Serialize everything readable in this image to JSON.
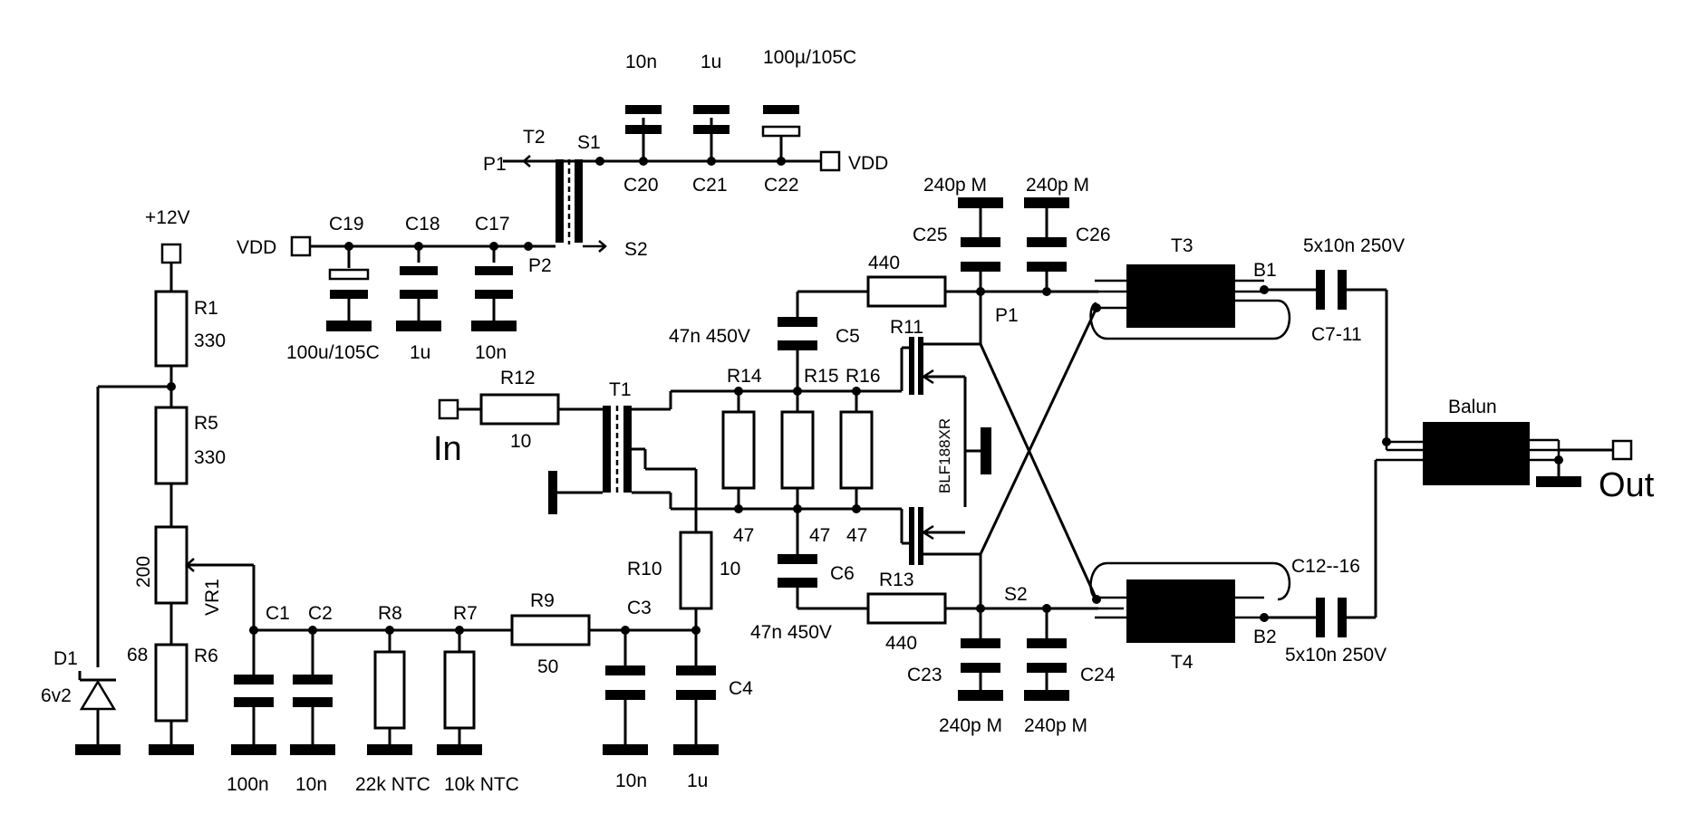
{
  "colors": {
    "ink": "#000000",
    "background": "#ffffff"
  },
  "supply": {
    "v12": "+12V",
    "vdd_left": "VDD",
    "vdd_right": "VDD"
  },
  "ports": {
    "input": "In",
    "output": "Out"
  },
  "transformer_t2": {
    "ref": "T2",
    "s1": "S1",
    "s2": "S2",
    "p1": "P1",
    "p2": "P2"
  },
  "decoupling_right": [
    {
      "ref": "C20",
      "value": "10n"
    },
    {
      "ref": "C21",
      "value": "1u"
    },
    {
      "ref": "C22",
      "value": "100µ/105C"
    }
  ],
  "decoupling_left": [
    {
      "ref": "C19",
      "value": "100u/105C"
    },
    {
      "ref": "C18",
      "value": "1u"
    },
    {
      "ref": "C17",
      "value": "10n"
    }
  ],
  "bias": {
    "r1": {
      "ref": "R1",
      "value": "330"
    },
    "r5": {
      "ref": "R5",
      "value": "330"
    },
    "vr1": {
      "ref": "VR1",
      "value": "200"
    },
    "r6": {
      "ref": "R6",
      "value": "68"
    },
    "d1": {
      "ref": "D1",
      "value": "6v2"
    }
  },
  "bias_filter": [
    {
      "ref": "C1",
      "value": "100n"
    },
    {
      "ref": "C2",
      "value": "10n"
    },
    {
      "ref": "R8",
      "value": "22k NTC"
    },
    {
      "ref": "R7",
      "value": "10k NTC"
    },
    {
      "ref": "R9",
      "value": "50"
    },
    {
      "ref": "C3",
      "value": "10n"
    },
    {
      "ref": "C4",
      "value": "1u"
    },
    {
      "ref": "R10",
      "value": "10"
    }
  ],
  "input_stage": {
    "r12": {
      "ref": "R12",
      "value": "10"
    },
    "t1": "T1",
    "gate_resistors": [
      {
        "ref": "R14",
        "value": "47"
      },
      {
        "ref": "R15",
        "value": "47"
      },
      {
        "ref": "R16",
        "value": "47"
      }
    ]
  },
  "transistor": {
    "part": "BLF188XR",
    "gate_top": "R11",
    "gate_bottom": "R13"
  },
  "feedback": {
    "top": {
      "res_value": "440",
      "cap_ref": "C5",
      "cap_value": "47n 450V"
    },
    "bottom": {
      "res_value": "440",
      "cap_ref": "C6",
      "cap_value": "47n 450V"
    }
  },
  "drain_caps_top": [
    {
      "ref": "C25",
      "value": "240p M"
    },
    {
      "ref": "C26",
      "value": "240p M"
    }
  ],
  "drain_caps_bottom": [
    {
      "ref": "C23",
      "value": "240p M"
    },
    {
      "ref": "C24",
      "value": "240p M"
    }
  ],
  "nodes": {
    "p1": "P1",
    "s2": "S2",
    "b1": "B1",
    "b2": "B2"
  },
  "output_transformers": {
    "top": "T3",
    "bottom": "T4",
    "balun": "Balun"
  },
  "coupling_caps": {
    "top": {
      "ref": "C7-11",
      "value": "5x10n 250V"
    },
    "bottom": {
      "ref": "C12--16",
      "value": "5x10n 250V"
    }
  }
}
